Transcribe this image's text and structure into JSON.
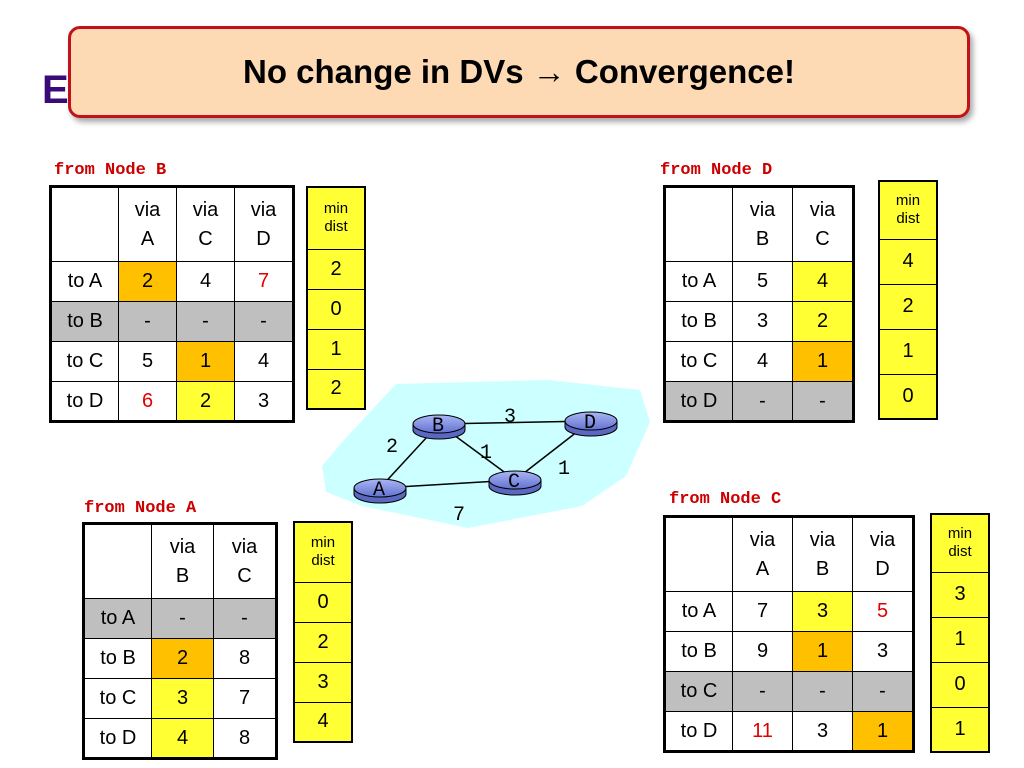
{
  "slide": {
    "hidden_title_fragment": "E",
    "banner": "No change in DVs → Convergence!"
  },
  "node_b": {
    "caption": "from Node B",
    "cols": [
      "via\nA",
      "via\nC",
      "via\nD"
    ],
    "rows": [
      {
        "label": "to A",
        "cells": [
          "2",
          "4",
          "7"
        ]
      },
      {
        "label": "to B",
        "cells": [
          "-",
          "-",
          "-"
        ]
      },
      {
        "label": "to C",
        "cells": [
          "5",
          "1",
          "4"
        ]
      },
      {
        "label": "to D",
        "cells": [
          "6",
          "2",
          "3"
        ]
      }
    ],
    "min_head": "min\ndist",
    "min": [
      "2",
      "0",
      "1",
      "2"
    ]
  },
  "node_d": {
    "caption": "from Node D",
    "cols": [
      "via\nB",
      "via\nC"
    ],
    "rows": [
      {
        "label": "to A",
        "cells": [
          "5",
          "4"
        ]
      },
      {
        "label": "to B",
        "cells": [
          "3",
          "2"
        ]
      },
      {
        "label": "to C",
        "cells": [
          "4",
          "1"
        ]
      },
      {
        "label": "to D",
        "cells": [
          "-",
          "-"
        ]
      }
    ],
    "min_head": "min\ndist",
    "min": [
      "4",
      "2",
      "1",
      "0"
    ]
  },
  "node_a": {
    "caption": "from Node A",
    "cols": [
      "via\nB",
      "via\nC"
    ],
    "rows": [
      {
        "label": "to A",
        "cells": [
          "-",
          "-"
        ]
      },
      {
        "label": "to B",
        "cells": [
          "2",
          "8"
        ]
      },
      {
        "label": "to C",
        "cells": [
          "3",
          "7"
        ]
      },
      {
        "label": "to D",
        "cells": [
          "4",
          "8"
        ]
      }
    ],
    "min_head": "min\ndist",
    "min": [
      "0",
      "2",
      "3",
      "4"
    ]
  },
  "node_c": {
    "caption": "from Node C",
    "cols": [
      "via\nA",
      "via\nB",
      "via\nD"
    ],
    "rows": [
      {
        "label": "to A",
        "cells": [
          "7",
          "3",
          "5"
        ]
      },
      {
        "label": "to B",
        "cells": [
          "9",
          "1",
          "3"
        ]
      },
      {
        "label": "to C",
        "cells": [
          "-",
          "-",
          "-"
        ]
      },
      {
        "label": "to D",
        "cells": [
          "11",
          "3",
          "1"
        ]
      }
    ],
    "min_head": "min\ndist",
    "min": [
      "3",
      "1",
      "0",
      "1"
    ]
  },
  "network": {
    "nodes": {
      "A": "A",
      "B": "B",
      "C": "C",
      "D": "D"
    },
    "links": {
      "AB": "2",
      "BD": "3",
      "BC": "1",
      "CD": "1",
      "AC": "7"
    },
    "cloud_color": "#ccffff",
    "router_color": "#8a9ae6"
  },
  "colors": {
    "highlight_yellow": "#ffff33",
    "highlight_orange": "#ffc000",
    "self_row_gray": "#bfbfbf",
    "changed_value_red": "#e00000"
  }
}
